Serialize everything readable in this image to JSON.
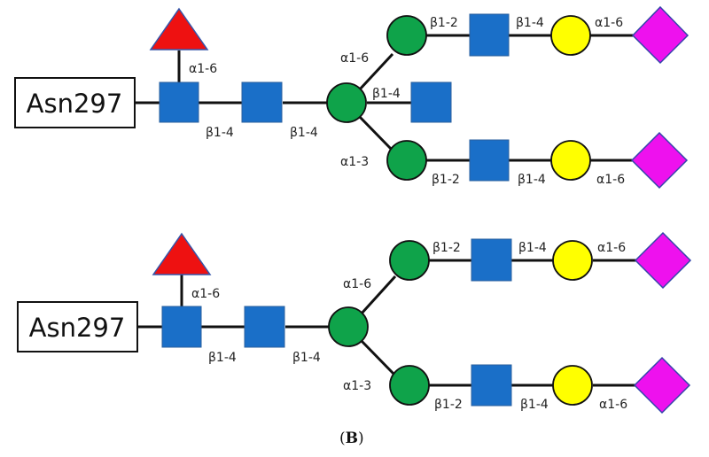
{
  "figure": {
    "panel_label_open": "(",
    "panel_label_letter": "B",
    "panel_label_close": ")"
  },
  "legend_colors": {
    "GlcNAc": "#1a6fc8",
    "Mannose": "#0fa34a",
    "Galactose": "#ffff00",
    "Fucose": "#ee1111",
    "SialicAcid": "#ee11ee"
  },
  "glycans": [
    {
      "id": "top",
      "anchor": "Asn297",
      "fucose_link": "α1-6",
      "core_links": [
        "β1-4",
        "β1-4"
      ],
      "bisecting_link": "β1-4",
      "arm_upper": {
        "branch": "α1-6",
        "links": [
          "β1-2",
          "β1-4",
          "α1-6"
        ]
      },
      "arm_lower": {
        "branch": "α1-3",
        "links": [
          "β1-2",
          "β1-4",
          "α1-6"
        ]
      }
    },
    {
      "id": "bottom",
      "anchor": "Asn297",
      "fucose_link": "α1-6",
      "core_links": [
        "β1-4",
        "β1-4"
      ],
      "arm_upper": {
        "branch": "α1-6",
        "links": [
          "β1-2",
          "β1-4",
          "α1-6"
        ]
      },
      "arm_lower": {
        "branch": "α1-3",
        "links": [
          "β1-2",
          "β1-4",
          "α1-6"
        ]
      }
    }
  ]
}
